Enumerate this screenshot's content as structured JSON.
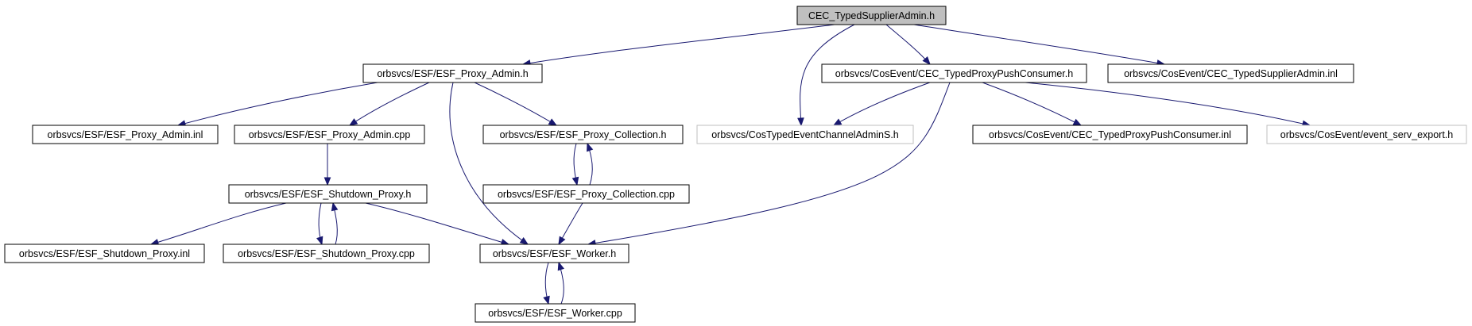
{
  "diagram": {
    "type": "include-dependency-graph",
    "colors": {
      "edge": "#191970",
      "root_fill": "#bfbfbf",
      "external_border": "#bfbfbf",
      "node_border": "#000000"
    },
    "nodes": [
      {
        "id": "root",
        "label": "CEC_TypedSupplierAdmin.h",
        "style": "root"
      },
      {
        "id": "esf_proxy_admin_h",
        "label": "orbsvcs/ESF/ESF_Proxy_Admin.h",
        "style": "normal"
      },
      {
        "id": "cec_typed_proxy_push_consumer_h",
        "label": "orbsvcs/CosEvent/CEC_TypedProxyPushConsumer.h",
        "style": "normal"
      },
      {
        "id": "cec_typed_supplier_admin_inl",
        "label": "orbsvcs/CosEvent/CEC_TypedSupplierAdmin.inl",
        "style": "normal"
      },
      {
        "id": "esf_proxy_admin_inl",
        "label": "orbsvcs/ESF/ESF_Proxy_Admin.inl",
        "style": "normal"
      },
      {
        "id": "esf_proxy_admin_cpp",
        "label": "orbsvcs/ESF/ESF_Proxy_Admin.cpp",
        "style": "normal"
      },
      {
        "id": "esf_proxy_collection_h",
        "label": "orbsvcs/ESF/ESF_Proxy_Collection.h",
        "style": "normal"
      },
      {
        "id": "cos_typed_event_channel_admin_s_h",
        "label": "orbsvcs/CosTypedEventChannelAdminS.h",
        "style": "external"
      },
      {
        "id": "cec_typed_proxy_push_consumer_inl",
        "label": "orbsvcs/CosEvent/CEC_TypedProxyPushConsumer.inl",
        "style": "normal"
      },
      {
        "id": "event_serv_export_h",
        "label": "orbsvcs/CosEvent/event_serv_export.h",
        "style": "external"
      },
      {
        "id": "esf_shutdown_proxy_h",
        "label": "orbsvcs/ESF/ESF_Shutdown_Proxy.h",
        "style": "normal"
      },
      {
        "id": "esf_proxy_collection_cpp",
        "label": "orbsvcs/ESF/ESF_Proxy_Collection.cpp",
        "style": "normal"
      },
      {
        "id": "esf_shutdown_proxy_inl",
        "label": "orbsvcs/ESF/ESF_Shutdown_Proxy.inl",
        "style": "normal"
      },
      {
        "id": "esf_shutdown_proxy_cpp",
        "label": "orbsvcs/ESF/ESF_Shutdown_Proxy.cpp",
        "style": "normal"
      },
      {
        "id": "esf_worker_h",
        "label": "orbsvcs/ESF/ESF_Worker.h",
        "style": "normal"
      },
      {
        "id": "esf_worker_cpp",
        "label": "orbsvcs/ESF/ESF_Worker.cpp",
        "style": "normal"
      }
    ],
    "edges": [
      {
        "from": "root",
        "to": "esf_proxy_admin_h"
      },
      {
        "from": "root",
        "to": "cos_typed_event_channel_admin_s_h"
      },
      {
        "from": "root",
        "to": "cec_typed_proxy_push_consumer_h"
      },
      {
        "from": "root",
        "to": "cec_typed_supplier_admin_inl"
      },
      {
        "from": "esf_proxy_admin_h",
        "to": "esf_proxy_admin_inl"
      },
      {
        "from": "esf_proxy_admin_h",
        "to": "esf_proxy_admin_cpp"
      },
      {
        "from": "esf_proxy_admin_h",
        "to": "esf_proxy_collection_h"
      },
      {
        "from": "esf_proxy_admin_h",
        "to": "esf_worker_h"
      },
      {
        "from": "cec_typed_proxy_push_consumer_h",
        "to": "cos_typed_event_channel_admin_s_h"
      },
      {
        "from": "cec_typed_proxy_push_consumer_h",
        "to": "cec_typed_proxy_push_consumer_inl"
      },
      {
        "from": "cec_typed_proxy_push_consumer_h",
        "to": "event_serv_export_h"
      },
      {
        "from": "cec_typed_proxy_push_consumer_h",
        "to": "esf_worker_h"
      },
      {
        "from": "esf_proxy_admin_cpp",
        "to": "esf_shutdown_proxy_h"
      },
      {
        "from": "esf_proxy_collection_h",
        "to": "esf_proxy_collection_cpp"
      },
      {
        "from": "esf_proxy_collection_cpp",
        "to": "esf_proxy_collection_h"
      },
      {
        "from": "esf_proxy_collection_cpp",
        "to": "esf_worker_h"
      },
      {
        "from": "esf_shutdown_proxy_h",
        "to": "esf_shutdown_proxy_inl"
      },
      {
        "from": "esf_shutdown_proxy_h",
        "to": "esf_shutdown_proxy_cpp"
      },
      {
        "from": "esf_shutdown_proxy_h",
        "to": "esf_worker_h"
      },
      {
        "from": "esf_shutdown_proxy_cpp",
        "to": "esf_shutdown_proxy_h"
      },
      {
        "from": "esf_worker_h",
        "to": "esf_worker_cpp"
      },
      {
        "from": "esf_worker_cpp",
        "to": "esf_worker_h"
      }
    ]
  }
}
